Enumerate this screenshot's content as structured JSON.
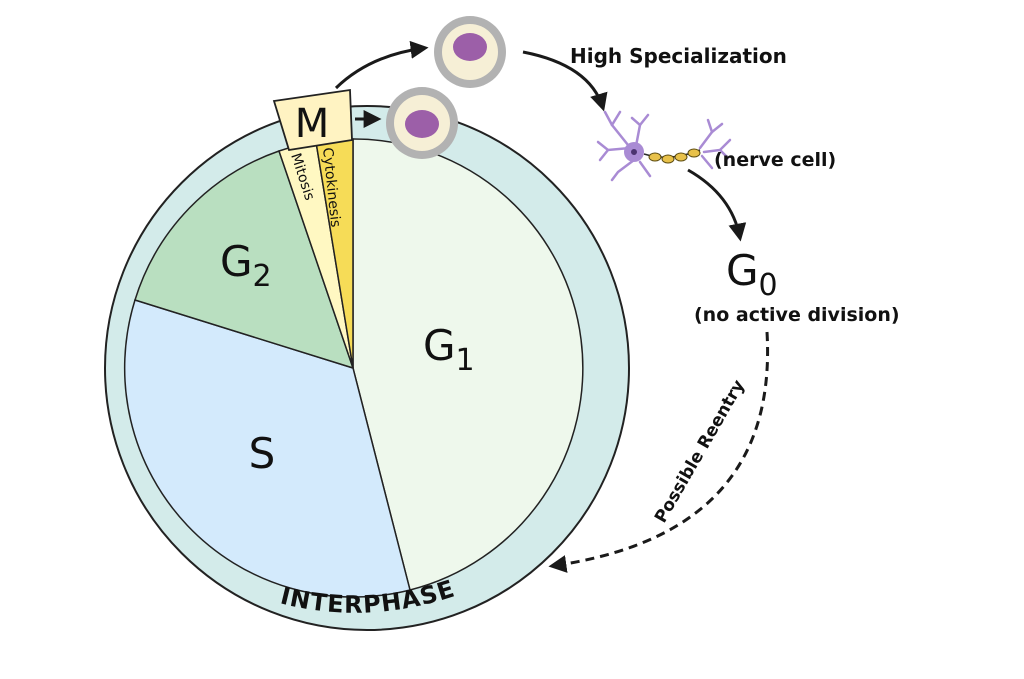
{
  "labels": {
    "m": "M",
    "mitosis": "Mitosis",
    "cytokinesis": "Cytokinesis",
    "g2_main": "G",
    "g2_sub": "2",
    "g1_main": "G",
    "g1_sub": "1",
    "s": "S",
    "interphase": "INTERPHASE",
    "high_specialization": "High Specialization",
    "nerve_cell": "(nerve cell)",
    "g0_main": "G",
    "g0_sub": "0",
    "no_active_division": "(no active division)",
    "possible_reentry": "Possible Reentry"
  },
  "colors": {
    "interphase_ring": "#d3ebea",
    "g1": "#eef8ec",
    "g2": "#b9dfc0",
    "s": "#d3eafc",
    "mitosis": "#fff8c2",
    "cytokinesis": "#f6dc57",
    "m_band": "#fff3c2",
    "cell_outer": "#b2b2b2",
    "cell_cytoplasm": "#f6efd6",
    "cell_nucleus": "#9c5fa8",
    "neuron": "#a98bd4",
    "axon": "#e8c14a"
  }
}
